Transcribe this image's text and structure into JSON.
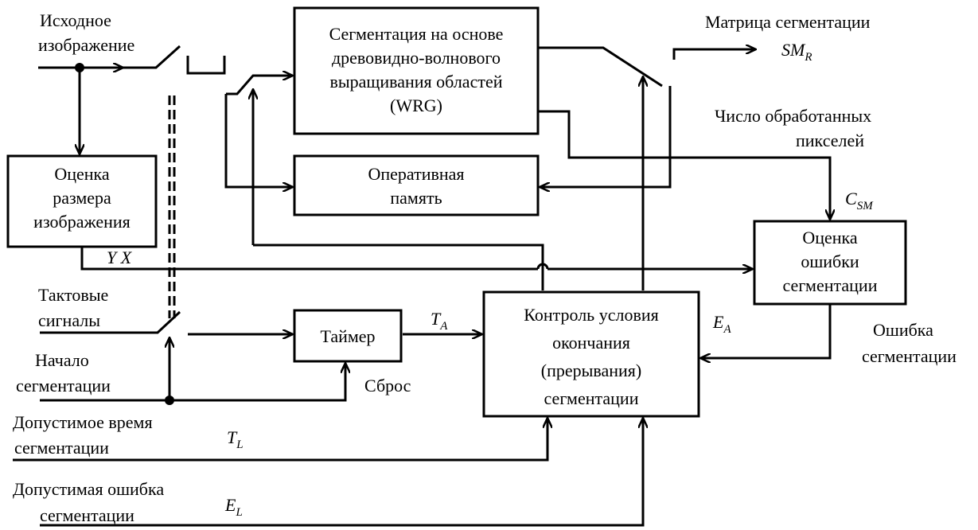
{
  "blocks": {
    "wrg": [
      "Сегментация на основе",
      "древовидно-волнового",
      "выращивания областей",
      "(WRG)"
    ],
    "size_estimation": [
      "Оценка",
      "размера",
      "изображения"
    ],
    "ram": [
      "Оперативная",
      "память"
    ],
    "error_estimation": [
      "Оценка",
      "ошибки",
      "сегментации"
    ],
    "timer": [
      "Таймер"
    ],
    "control": [
      "Контроль условия",
      "окончания",
      "(прерывания)",
      "сегментации"
    ]
  },
  "labels": {
    "source_image": [
      "Исходное",
      "изображение"
    ],
    "output_matrix": "Матрица сегментации",
    "output_symbol": "SM",
    "output_symbol_sub": "R",
    "processed_pixels": [
      "Число обработанных",
      "пикселей"
    ],
    "c_sm": "C",
    "c_sm_sub": "SM",
    "yx": "Y X",
    "clock": [
      "Тактовые",
      "сигналы"
    ],
    "start": [
      "Начало",
      "сегментации"
    ],
    "reset": "Сброс",
    "t_a": "T",
    "t_a_sub": "A",
    "e_a": "E",
    "e_a_sub": "A",
    "seg_error": [
      "Ошибка",
      "сегментации"
    ],
    "allowed_time": [
      "Допустимое время",
      "сегментации"
    ],
    "t_l": "T",
    "t_l_sub": "L",
    "allowed_error": [
      "Допустимая ошибка",
      "сегментации"
    ],
    "e_l": "E",
    "e_l_sub": "L"
  }
}
